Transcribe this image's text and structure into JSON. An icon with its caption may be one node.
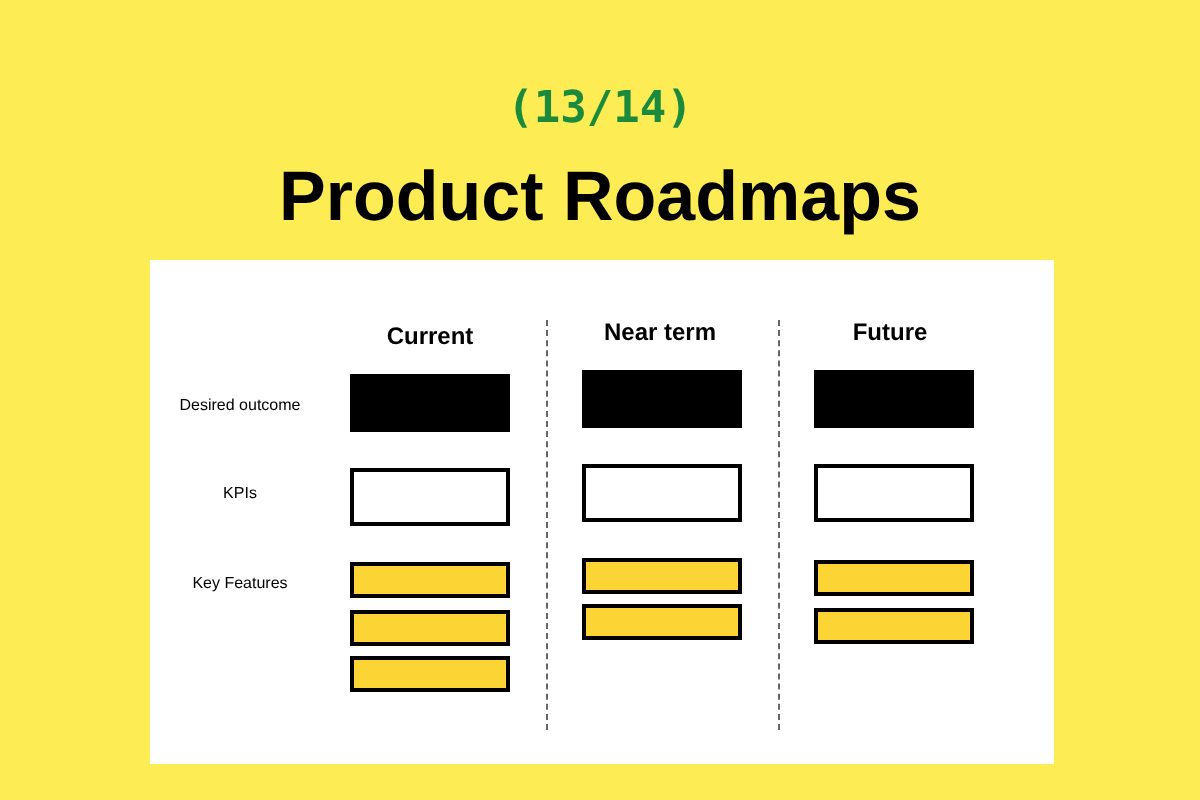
{
  "diagram": {
    "title": "Product Roadmaps",
    "nodes": [
      {
        "text": [],
        "shape": "box"
      },
      {
        "text": [],
        "shape": "box"
      },
      {
        "text": [],
        "shape": "box"
      },
      {
        "text": [],
        "shape": "box"
      },
      {
        "text": [],
        "shape": "box"
      },
      {
        "text": [],
        "shape": "box"
      },
      {
        "text": [],
        "shape": "box"
      },
      {
        "text": [],
        "shape": "box"
      },
      {
        "text": [],
        "shape": "box"
      },
      {
        "text": [],
        "shape": "box"
      },
      {
        "text": [],
        "shape": "box"
      },
      {
        "text": [],
        "shape": "box"
      },
      {
        "text": [],
        "shape": "box"
      }
    ],
    "labels": [
      "(13/14)",
      "Current",
      "Near term",
      "Future",
      "Desired outcome",
      "KPIs",
      "Key Features"
    ]
  }
}
